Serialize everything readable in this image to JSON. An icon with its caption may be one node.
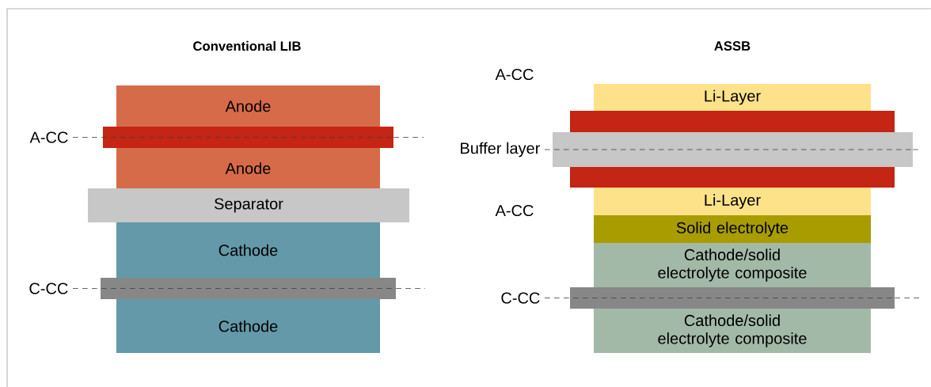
{
  "diagram": {
    "nodes": [
      {
        "text": [
          "Anode"
        ]
      },
      {
        "text": [],
        "shape": "bar"
      },
      {
        "text": [
          "Anode"
        ]
      },
      {
        "text": [
          "Separator"
        ]
      },
      {
        "text": [
          "Cathode"
        ]
      },
      {
        "text": [],
        "shape": "bar"
      },
      {
        "text": [
          "Cathode"
        ]
      },
      {
        "text": [
          "A-CC"
        ]
      },
      {
        "text": [
          "C-CC"
        ]
      },
      {
        "text": [
          "Li-Layer"
        ]
      },
      {
        "text": [],
        "shape": "bar"
      },
      {
        "text": [],
        "shape": "bar"
      },
      {
        "text": [],
        "shape": "bar"
      },
      {
        "text": [
          "Li-Layer"
        ]
      },
      {
        "text": [
          "Solid electrolyte"
        ]
      },
      {
        "text": [
          "Cathode/solid electrolyte composite"
        ]
      },
      {
        "text": [],
        "shape": "bar"
      },
      {
        "text": [
          "Cathode/solid electrolyte composite"
        ]
      },
      {
        "text": [
          "Buffer layer"
        ]
      },
      {
        "text": [
          "C-CC"
        ]
      }
    ],
    "edges": [
      {
        "from": 7,
        "to": 1,
        "arrow": "none",
        "style": "dashed"
      },
      {
        "from": 8,
        "to": 5,
        "arrow": "none",
        "style": "dashed"
      },
      {
        "from": 18,
        "to": 11,
        "arrow": "none",
        "style": "dashed"
      },
      {
        "from": 19,
        "to": 16,
        "arrow": "none",
        "style": "dashed"
      }
    ],
    "labels": [
      "Conventional LIB",
      "ASSB",
      "A-CC",
      "A-CC"
    ]
  }
}
